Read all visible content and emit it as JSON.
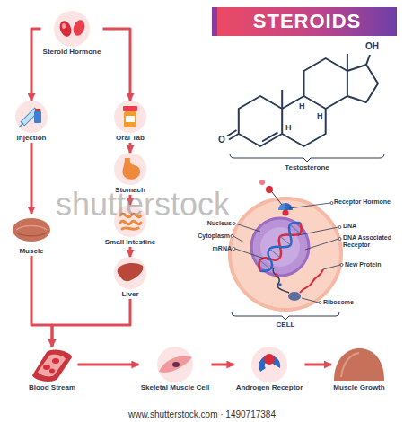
{
  "diagram": {
    "title": "STEROIDS",
    "nodes": [
      {
        "text": [
          "Steroid Hormone"
        ]
      },
      {
        "text": [
          "Injection"
        ]
      },
      {
        "text": [
          "Oral Tab"
        ]
      },
      {
        "text": [
          "Stomach"
        ]
      },
      {
        "text": [
          "Small Intestine"
        ]
      },
      {
        "text": [
          "Liver"
        ]
      },
      {
        "text": [
          "Muscle"
        ]
      },
      {
        "text": [
          "Blood Stream"
        ]
      },
      {
        "text": [
          "Skeletal Muscle Cell"
        ]
      },
      {
        "text": [
          "Androgen Receptor"
        ]
      },
      {
        "text": [
          "Muscle Growth"
        ]
      }
    ],
    "edges": [
      {
        "from": 0,
        "to": 1,
        "arrow": "to"
      },
      {
        "from": 0,
        "to": 2,
        "arrow": "to"
      },
      {
        "from": 2,
        "to": 3,
        "arrow": "to"
      },
      {
        "from": 3,
        "to": 4,
        "arrow": "to"
      },
      {
        "from": 4,
        "to": 5,
        "arrow": "to"
      },
      {
        "from": 1,
        "to": 6,
        "arrow": "to"
      },
      {
        "from": 6,
        "to": 7,
        "arrow": "to"
      },
      {
        "from": 5,
        "to": 7,
        "arrow": "to"
      },
      {
        "from": 7,
        "to": 8,
        "arrow": "to"
      },
      {
        "from": 8,
        "to": 9,
        "arrow": "to"
      },
      {
        "from": 9,
        "to": 10,
        "arrow": "to"
      }
    ],
    "labels": [
      "OH",
      "O",
      "H",
      "H",
      "H",
      "Testosterone",
      "Receptor Hormone",
      "Nucleus",
      "DNA",
      "Cytoplasm",
      "DNA Associated Receptor",
      "mRNA",
      "New Protein",
      "Ribosome",
      "CELL",
      "shutterstock",
      "www.shutterstock.com · 1490717384"
    ]
  }
}
